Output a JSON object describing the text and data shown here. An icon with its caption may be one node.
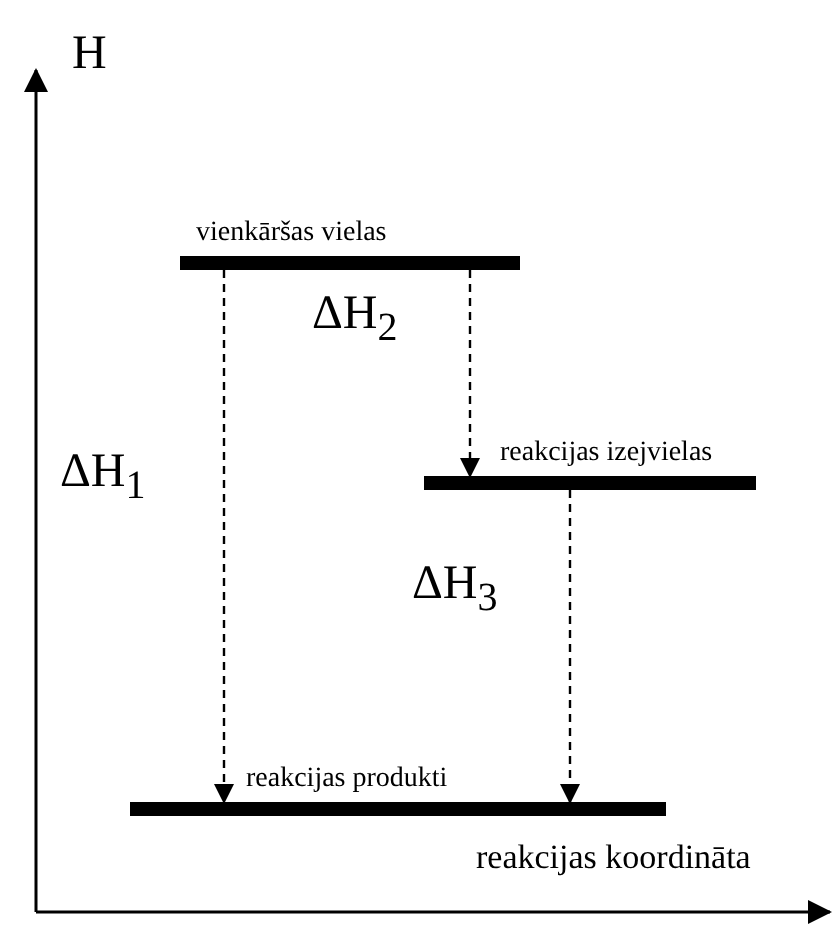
{
  "diagram": {
    "nodes": [
      {
        "text": [
          "vienkāršas vielas"
        ]
      },
      {
        "text": [
          "reakcijas izejvielas"
        ]
      },
      {
        "text": [
          "reakcijas produkti"
        ]
      }
    ],
    "edges": [
      {
        "from": 0,
        "to": 2,
        "arrow": "to",
        "style": "dashed",
        "label": "ΔH$_{1}$"
      },
      {
        "from": 0,
        "to": 1,
        "arrow": "to",
        "style": "dashed",
        "label": "ΔH$_{2}$"
      },
      {
        "from": 1,
        "to": 2,
        "arrow": "to",
        "style": "dashed",
        "label": "ΔH$_{3}$"
      }
    ],
    "labels": [
      "H",
      "reakcijas koordināta"
    ]
  }
}
